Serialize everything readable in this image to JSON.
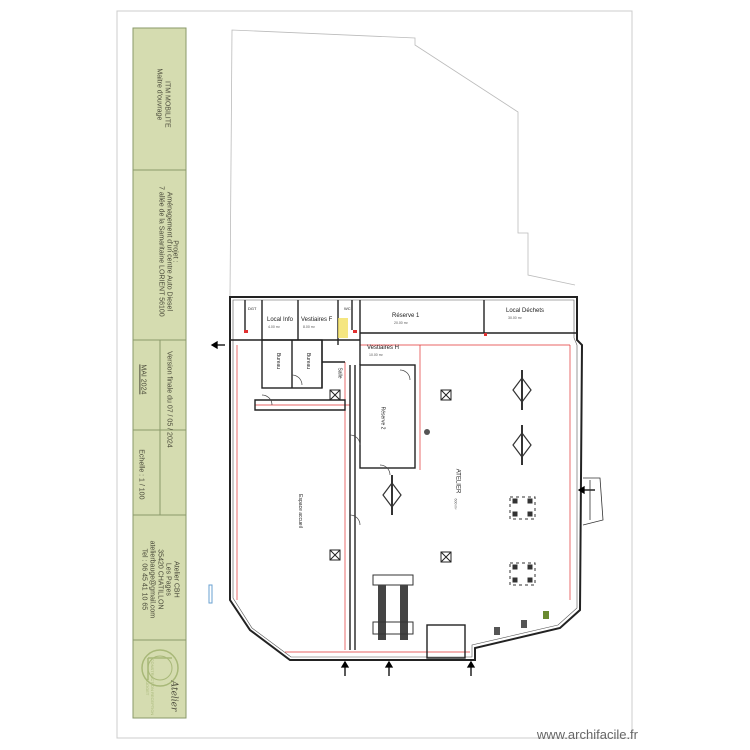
{
  "title_block": {
    "label_owner": "Maitre d'ouvrage",
    "owner": "ITM MOBILITE",
    "label_project": "Projet :",
    "project_line1": "Aménagement d'un centre Auto Diesel",
    "project_line2": "7 allée de la Samaritaine LORIENT 56100",
    "version": "Version finale du 07 / 05 / 2024",
    "date": "MAI 2024",
    "scale": "Echelle : 1 / 100",
    "architect_name": "Atelier CBH",
    "architect_addr1": "Les Pages",
    "architect_addr2": "35420 CHATILLON",
    "architect_email": "atelierbauge@gmail.com",
    "architect_tel": "Tel : 06 45 41 10 65",
    "logo_letter": "R",
    "logo_caption": "CONSTRUCTION RECEPTION BUDGET",
    "signature": "Atelier"
  },
  "rooms": {
    "local_info": "Local Info",
    "local_info_area": "4.00 m²",
    "vestiaires_f": "Vestiaires F",
    "vestiaires_f_area": "8.00 m²",
    "reserve": "Réserve 1",
    "reserve_area": "20.00 m²",
    "local_dechets": "Local Déchets",
    "local_dechets_area": "30.00 m²",
    "vestiaires_h": "Vestiaires H",
    "vestiaires_h_area": "10.00 m²",
    "bureau1": "Bureau",
    "bureau2": "Bureau",
    "salle": "Salle",
    "reserve2": "Réserve 2",
    "atelier": "ATELIER",
    "atelier_area": "600 m²",
    "accueil": "Espace accueil",
    "wc": "WC",
    "dgt": "DGT"
  },
  "colors": {
    "frame": "#cccccc",
    "title_block_bg": "#d5dcb0",
    "wall": "#222222",
    "axis_red": "#e03030",
    "logo": "#a8b878"
  },
  "watermark": "www.archifacile.fr"
}
